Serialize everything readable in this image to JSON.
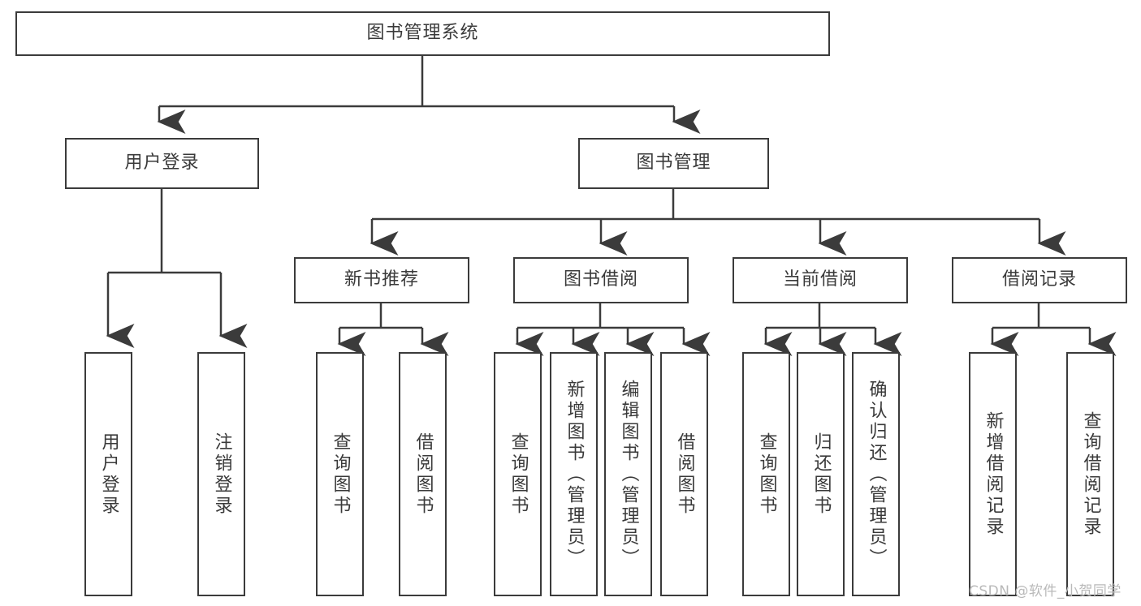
{
  "diagram": {
    "type": "tree-hierarchy",
    "title": "图书管理系统",
    "stroke_color": "#3b3b3b",
    "text_color": "#3a3a3a",
    "background_color": "#ffffff",
    "watermark": "CSDN @软件_小贺同学",
    "nodes": {
      "root": {
        "label": "图书管理系统"
      },
      "level2": [
        {
          "id": "user-login",
          "label": "用户登录"
        },
        {
          "id": "book-manage",
          "label": "图书管理"
        }
      ],
      "level3": [
        {
          "id": "new-book-recommend",
          "label": "新书推荐"
        },
        {
          "id": "book-borrow",
          "label": "图书借阅"
        },
        {
          "id": "current-borrow",
          "label": "当前借阅"
        },
        {
          "id": "borrow-record",
          "label": "借阅记录"
        }
      ],
      "leaves": {
        "user_login": [
          {
            "id": "leaf-user-login",
            "label": "用户登录"
          },
          {
            "id": "leaf-logout-login",
            "label": "注销登录"
          }
        ],
        "new_book_recommend": [
          {
            "id": "leaf-query-book-1",
            "label": "查询图书"
          },
          {
            "id": "leaf-borrow-book-1",
            "label": "借阅图书"
          }
        ],
        "book_borrow": [
          {
            "id": "leaf-query-book-2",
            "label": "查询图书"
          },
          {
            "id": "leaf-add-book",
            "label": "新增图书（管理员）"
          },
          {
            "id": "leaf-edit-book",
            "label": "编辑图书（管理员）"
          },
          {
            "id": "leaf-borrow-book-2",
            "label": "借阅图书"
          }
        ],
        "current_borrow": [
          {
            "id": "leaf-query-book-3",
            "label": "查询图书"
          },
          {
            "id": "leaf-return-book",
            "label": "归还图书"
          },
          {
            "id": "leaf-confirm-return",
            "label": "确认归还（管理员）"
          }
        ],
        "borrow_record": [
          {
            "id": "leaf-add-record",
            "label": "新增借阅记录"
          },
          {
            "id": "leaf-query-record",
            "label": "查询借阅记录"
          }
        ]
      }
    }
  }
}
